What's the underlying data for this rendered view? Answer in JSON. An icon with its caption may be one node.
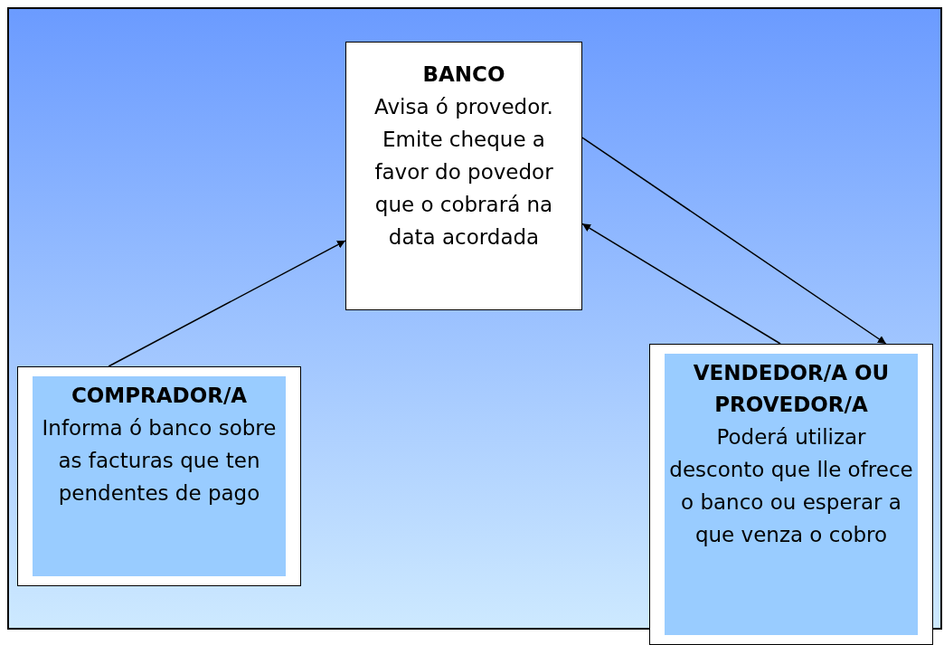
{
  "diagram": {
    "nodes": [
      {
        "text": [
          "BANCO",
          "Avisa ó provedor. Emite cheque a favor do povedor que o cobrará na data acordada"
        ]
      },
      {
        "text": [
          "COMPRADOR/A",
          "Informa ó banco sobre as facturas que ten pendentes de pago"
        ]
      },
      {
        "text": [
          "VENDEDOR/A OU PROVEDOR/A",
          "Poderá utilizar desconto que lle ofrece o banco ou esperar a que venza o cobro"
        ]
      }
    ],
    "edges": [
      {
        "from": 1,
        "to": 0,
        "arrow": "to"
      },
      {
        "from": 0,
        "to": 2,
        "arrow": "to"
      },
      {
        "from": 2,
        "to": 0,
        "arrow": "to"
      }
    ]
  }
}
